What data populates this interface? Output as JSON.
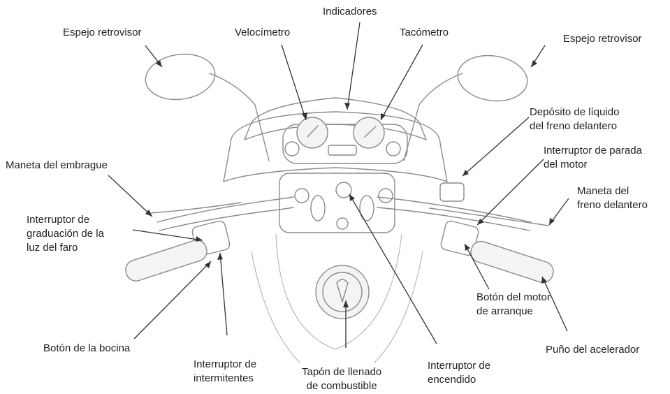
{
  "labels": {
    "mirror_left": "Espejo retrovisor",
    "mirror_right": "Espejo retrovisor",
    "indicators": "Indicadores",
    "speedometer": "Velocímetro",
    "tachometer": "Tacómetro",
    "brake_reservoir": [
      "Depósito de líquido",
      "del freno delantero"
    ],
    "clutch_lever": "Maneta del embrague",
    "engine_stop_switch": [
      "Interruptor de parada",
      "del motor"
    ],
    "front_brake_lever": [
      "Maneta del",
      "freno delantero"
    ],
    "headlight_dimmer": [
      "Interruptor de",
      "graduación de la",
      "luz del faro"
    ],
    "horn_button": "Botón de la bocina",
    "turn_signal_switch": [
      "Interruptor de",
      "intermitentes"
    ],
    "fuel_cap": [
      "Tapón de llenado",
      "de combustible"
    ],
    "ignition_switch": [
      "Interruptor de",
      "encendido"
    ],
    "starter_button": [
      "Botón del motor",
      "de arranque"
    ],
    "throttle_grip": "Puño del acelerador"
  },
  "colors": {
    "line_art": "#8a8a8a",
    "leader": "#333333",
    "text": "#222222"
  }
}
